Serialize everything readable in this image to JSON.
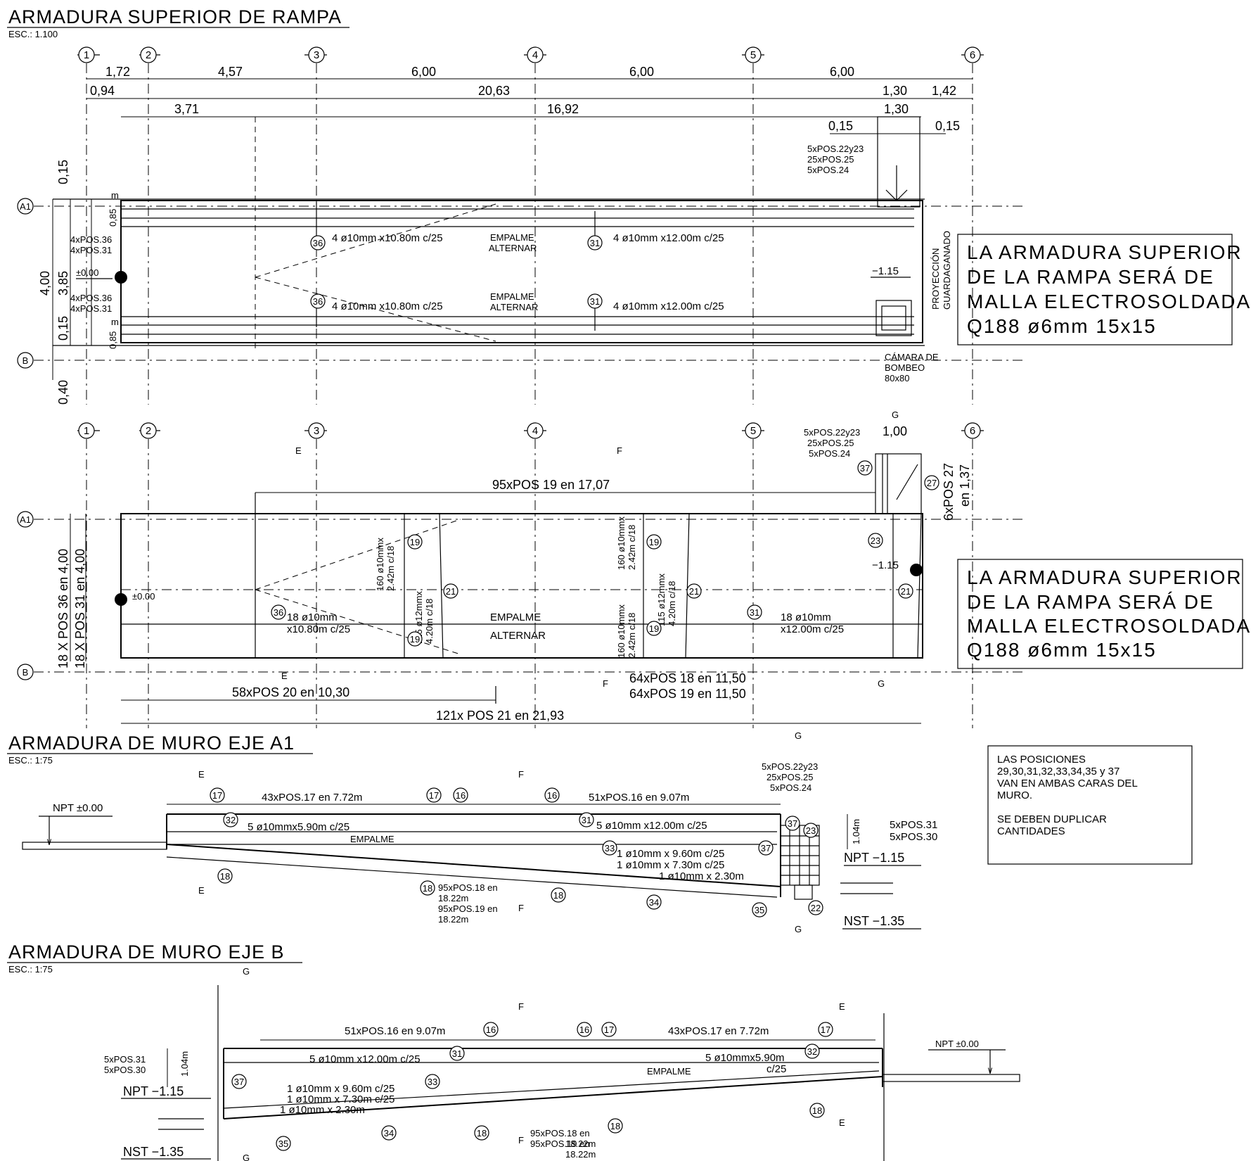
{
  "sections": {
    "plan1": {
      "title": "ARMADURA SUPERIOR DE RAMPA",
      "scale": "ESC.: 1.100"
    },
    "muro_a1": {
      "title": "ARMADURA DE MURO EJE A1",
      "scale": "ESC.: 1:75"
    },
    "muro_b": {
      "title": "ARMADURA DE MURO EJE B",
      "scale": "ESC.: 1:75"
    }
  },
  "axes": {
    "v": [
      "1",
      "2",
      "3",
      "4",
      "5",
      "6"
    ],
    "h": [
      "A1",
      "B"
    ]
  },
  "plan1": {
    "dims_top": [
      "1,72",
      "4,57",
      "6,00",
      "6,00",
      "6,00"
    ],
    "dims_mid": [
      "0,94",
      "20,63",
      "1,30",
      "1,42"
    ],
    "dims_low": [
      "3,71",
      "16,92",
      "1,30"
    ],
    "dims_015": [
      "0,15",
      "0,15"
    ],
    "dims_left": [
      "0,15",
      "4,00",
      "3,85",
      "0,85",
      "0,15",
      "0,85",
      "0,40"
    ],
    "stair_note": [
      "5xPOS.22y23",
      "25xPOS.25",
      "5xPOS.24"
    ],
    "left_labels": [
      "4xPOS.36",
      "4xPOS.31",
      "4xPOS.36",
      "4xPOS.31"
    ],
    "m": "m",
    "level_0": "±0.00",
    "level_115": "−1.15",
    "bar_36": "4 ø10mm x10.80m c/25",
    "bar_31": "4 ø10mm x12.00m c/25",
    "empalme": "EMPALME",
    "alternar": "ALTERNAR",
    "camara": [
      "CÁMARA DE",
      "BOMBEO",
      "80x80"
    ],
    "proyeccion": [
      "PROYECCIÓN",
      "GUARDAGANADO"
    ],
    "note": [
      "LA ARMADURA SUPERIOR",
      "DE LA RAMPA SERÁ DE",
      "MALLA ELECTROSOLDADA",
      "Q188 ø6mm 15x15"
    ],
    "bubbles": [
      "36",
      "31",
      "36",
      "31"
    ]
  },
  "plan2": {
    "stair_note": [
      "5xPOS.22y23",
      "25xPOS.25",
      "5xPOS.24"
    ],
    "dim_100": "1,00",
    "pos27": "6xPOS 27",
    "pos27b": "en 1,37",
    "pos19_top": "95xPOS 19 en 17,07",
    "left_vert_1": "18 X POS 36 en 4,00",
    "left_vert_2": "18 X POS 31 en 4,00",
    "level_0": "±0.00",
    "level_115": "−1.15",
    "bar36": [
      "18 ø10mm",
      "x10.80m c/25"
    ],
    "bar31": [
      "18 ø10mm",
      "x12.00m c/25"
    ],
    "empalme": "EMPALME",
    "alternar": "ALTERNAR",
    "v1": [
      "160 ø10mmx",
      "2.42m c/18"
    ],
    "v2": [
      "115 ø12mmx",
      "4.20m c/18"
    ],
    "v3": [
      "160 ø10mmx",
      "2.42m c/18"
    ],
    "v4": [
      "115 ø12mmx",
      "4.20m c/18"
    ],
    "v5": [
      "160 ø10mmx",
      "2.42m c/18"
    ],
    "bottom1": "58xPOS 20 en 10,30",
    "bottom2": "64xPOS 18 en 11,50",
    "bottom3": "64xPOS 19 en 11,50",
    "bottom4": "121x POS 21 en 21,93",
    "cuts": [
      "E",
      "E",
      "F",
      "F",
      "G",
      "G"
    ],
    "note": [
      "LA ARMADURA SUPERIOR",
      "DE LA RAMPA SERÁ DE",
      "MALLA ELECTROSOLDADA",
      "Q188 ø6mm 15x15"
    ],
    "bubbles": [
      "37",
      "27",
      "19",
      "21",
      "19",
      "21",
      "19",
      "19",
      "23",
      "21",
      "36",
      "31"
    ]
  },
  "muro_a1": {
    "npt0": "NPT ±0.00",
    "npt115": "NPT −1.15",
    "nst135": "NST −1.35",
    "pos17": "43xPOS.17 en 7.72m",
    "pos16": "51xPOS.16 en 9.07m",
    "bar32": "5 ø10mmx5.90m c/25",
    "bar31": "5 ø10mm x12.00m c/25",
    "empalme": "EMPALME",
    "bar33": "1 ø10mm x 9.60m c/25",
    "bar34": "1 ø10mm x 7.30m c/25",
    "bar35": "1 ø10mm x 2.30m",
    "h104": "1.04m",
    "right_pos": [
      "5xPOS.31",
      "5xPOS.30"
    ],
    "stair_note": [
      "5xPOS.22y23",
      "25xPOS.25",
      "5xPOS.24"
    ],
    "pos18": [
      "95xPOS.18 en",
      "18.22m"
    ],
    "pos19": [
      "95xPOS.19 en",
      "18.22m"
    ],
    "cuts": [
      "E",
      "E",
      "F",
      "F",
      "G",
      "G"
    ],
    "bubbles": [
      "17",
      "17",
      "16",
      "16",
      "32",
      "31",
      "37",
      "23",
      "33",
      "37",
      "18",
      "18",
      "18",
      "34",
      "35",
      "22"
    ]
  },
  "note_box": [
    "LAS POSICIONES",
    "29,30,31,32,33,34,35 y 37",
    "VAN EN AMBAS CARAS DEL",
    "MURO.",
    "",
    "SE DEBEN DUPLICAR",
    "CANTIDADES"
  ],
  "muro_b": {
    "pos16": "51xPOS.16 en 9.07m",
    "pos17": "43xPOS.17 en 7.72m",
    "bar31": "5 ø10mm x12.00m c/25",
    "bar32a": "5 ø10mmx5.90m",
    "bar32b": "c/25",
    "empalme": "EMPALME",
    "left_pos": [
      "5xPOS.31",
      "5xPOS.30"
    ],
    "h104": "1.04m",
    "npt115": "NPT −1.15",
    "nst135": "NST −1.35",
    "npt0": "NPT ±0.00",
    "bar33": "1 ø10mm x 9.60m c/25",
    "bar34": "1 ø10mm x 7.30m c/25",
    "bar35": "1 ø10mm x 2.30m",
    "pos18": [
      "95xPOS.18 en",
      "18.22m"
    ],
    "pos19": [
      "95xPOS.19 en",
      "18.22m"
    ],
    "cuts": [
      "G",
      "G",
      "F",
      "F",
      "E",
      "E"
    ],
    "bubbles": [
      "16",
      "16",
      "17",
      "17",
      "31",
      "32",
      "33",
      "37",
      "18",
      "18",
      "18",
      "34",
      "35"
    ]
  }
}
